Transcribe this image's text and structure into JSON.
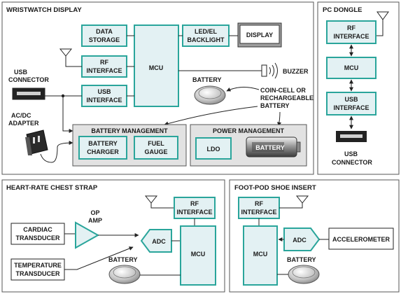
{
  "wristwatch": {
    "title": "WRISTWATCH DISPLAY",
    "data_storage": [
      "DATA",
      "STORAGE"
    ],
    "mcu": "MCU",
    "led_backlight": [
      "LED/EL",
      "BACKLIGHT"
    ],
    "display": "DISPLAY",
    "rf_interface": [
      "RF",
      "INTERFACE"
    ],
    "usb_interface": [
      "USB",
      "INTERFACE"
    ],
    "buzzer": "BUZZER",
    "battery_label": "BATTERY",
    "coin_cell_note": [
      "COIN-CELL OR",
      "RECHARGEABLE",
      "BATTERY"
    ],
    "usb_connector": [
      "USB",
      "CONNECTOR"
    ],
    "acdc_adapter": [
      "AC/DC",
      "ADAPTER"
    ],
    "battery_management": "BATTERY MANAGEMENT",
    "battery_charger": [
      "BATTERY",
      "CHARGER"
    ],
    "fuel_gauge": [
      "FUEL",
      "GAUGE"
    ],
    "power_management": "POWER MANAGEMENT",
    "ldo": "LDO",
    "battery_cell": "BATTERY"
  },
  "dongle": {
    "title": "PC DONGLE",
    "rf_interface": [
      "RF",
      "INTERFACE"
    ],
    "mcu": "MCU",
    "usb_interface": [
      "USB",
      "INTERFACE"
    ],
    "usb_connector": [
      "USB",
      "CONNECTOR"
    ]
  },
  "chest": {
    "title": "HEART-RATE CHEST STRAP",
    "rf_interface": [
      "RF",
      "INTERFACE"
    ],
    "op_amp": [
      "OP",
      "AMP"
    ],
    "cardiac": [
      "CARDIAC",
      "TRANSDUCER"
    ],
    "adc": "ADC",
    "mcu": "MCU",
    "temperature": [
      "TEMPERATURE",
      "TRANSDUCER"
    ],
    "battery_label": "BATTERY"
  },
  "footpod": {
    "title": "FOOT-POD SHOE INSERT",
    "rf_interface": [
      "RF",
      "INTERFACE"
    ],
    "adc": "ADC",
    "accelerometer": "ACCELEROMETER",
    "mcu": "MCU",
    "battery_label": "BATTERY"
  },
  "colors": {
    "block_fill": "#e3f1f3",
    "block_stroke": "#2aa59b",
    "gray_fill": "#e2e2e2",
    "line": "#222222"
  }
}
